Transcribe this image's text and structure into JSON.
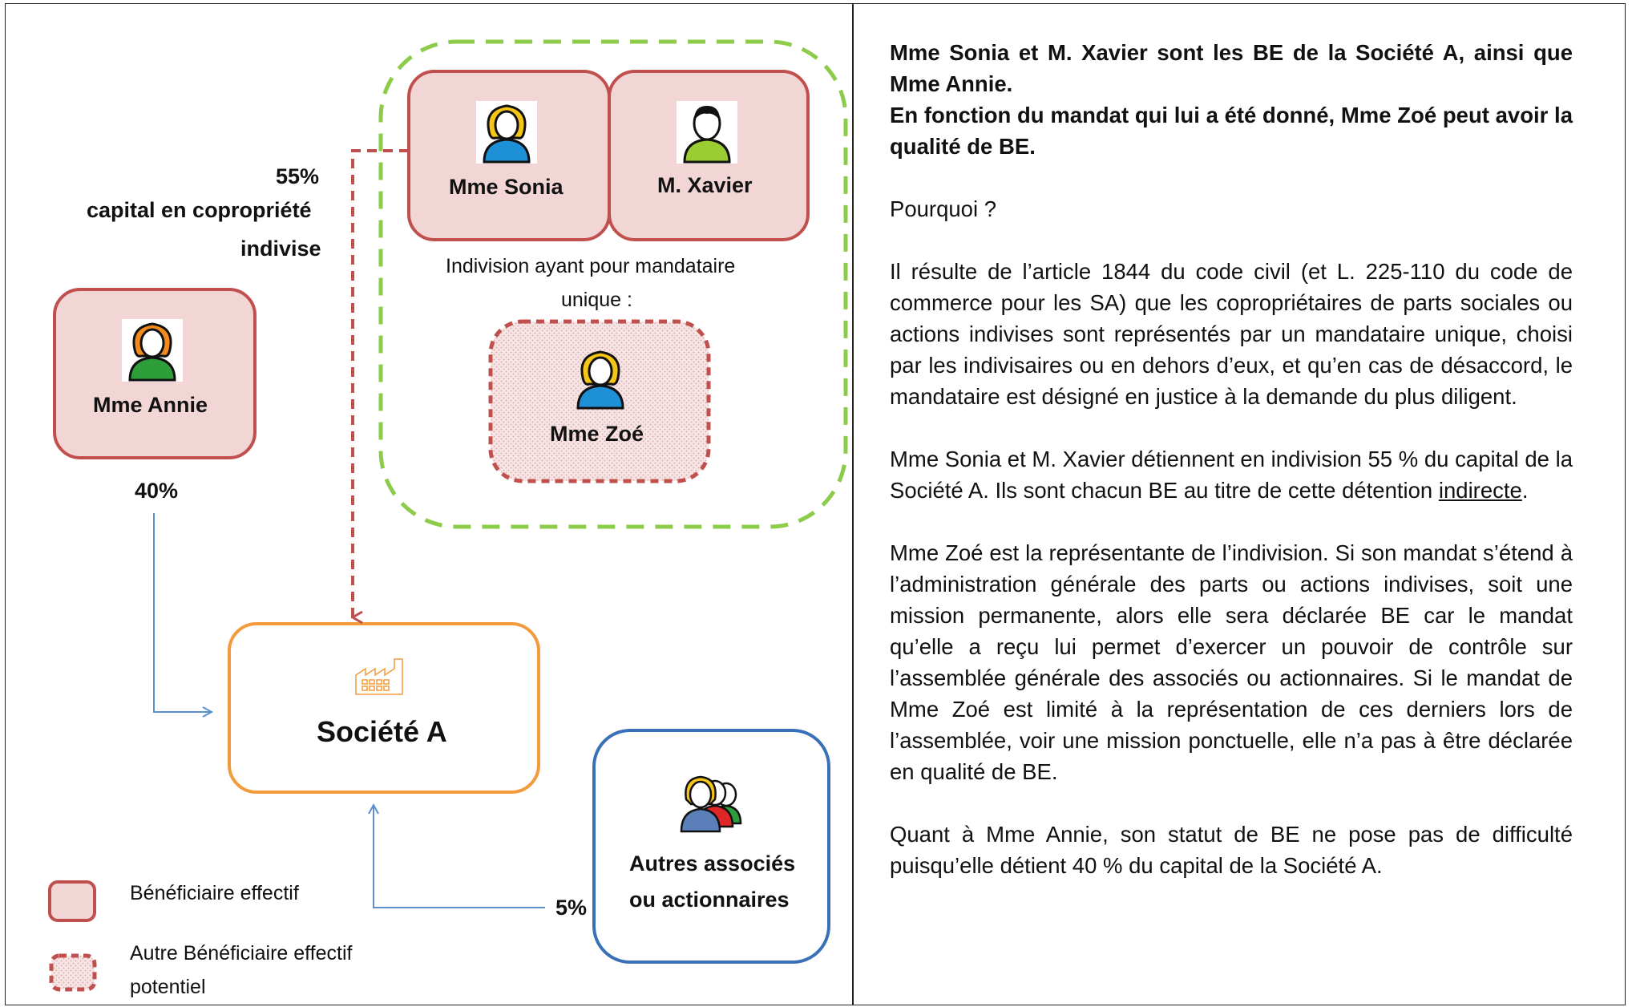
{
  "diagram": {
    "people": {
      "sonia": "Mme Sonia",
      "xavier": "M. Xavier",
      "annie": "Mme Annie",
      "zoe": "Mme Zoé"
    },
    "company": "Société A",
    "others": [
      "Autres associés",
      "ou actionnaires"
    ],
    "indivision_label": [
      "Indivision ayant pour mandataire",
      "unique :"
    ],
    "pct_indivision": [
      "55%",
      "capital en copropriété",
      "indivise"
    ],
    "pct_annie": "40%",
    "pct_others": "5%",
    "legend": {
      "be": "Bénéficiaire effectif",
      "potential": [
        "Autre Bénéficiaire effectif",
        "potentiel"
      ]
    },
    "colors": {
      "be_border": "#c0504d",
      "be_fill": "#f2d5d5",
      "indivision_border": "#8dcc4a",
      "company_border": "#f39a3c",
      "others_border": "#3a70b8",
      "arrow_blue": "#5b8fd0",
      "arrow_red": "#c0504d"
    },
    "icons": [
      "person-yellow-hair-icon",
      "person-black-hair-icon",
      "person-orange-hair-icon",
      "factory-icon",
      "group-people-icon"
    ]
  },
  "text": {
    "intro": [
      "Mme Sonia et M. Xavier sont les BE de la Société A, ainsi que Mme Annie.",
      "En fonction du mandat qui lui a été donné, Mme Zoé peut avoir la qualité de BE."
    ],
    "question": "Pourquoi ?",
    "p1": "Il résulte de l’article 1844 du code civil (et L. 225-110 du code de commerce pour les SA) que les copropriétaires de parts sociales ou actions indivises sont représentés par un mandataire unique, choisi par les indivisaires ou en dehors d’eux, et qu’en cas de désaccord, le mandataire est désigné en justice à la demande du plus diligent.",
    "p2_a": "Mme Sonia et M. Xavier détiennent en indivision 55 % du capital de la Société A. Ils sont chacun BE au titre de cette détention ",
    "p2_u": "indirecte",
    "p2_b": ".",
    "p3": "Mme Zoé est la représentante de l’indivision. Si son mandat s’étend à l’administration générale des parts ou actions indivises, soit une mission permanente, alors elle sera déclarée BE car le mandat qu’elle a reçu lui permet d’exercer un pouvoir de contrôle sur l’assemblée générale des associés ou actionnaires. Si le mandat de Mme Zoé est limité à la représentation de ces derniers lors de l’assemblée, voir une mission ponctuelle, elle n’a pas à être déclarée en qualité de BE.",
    "p4": "Quant à Mme Annie, son statut de BE ne pose pas de difficulté puisqu’elle détient 40 % du capital de la Société A."
  }
}
